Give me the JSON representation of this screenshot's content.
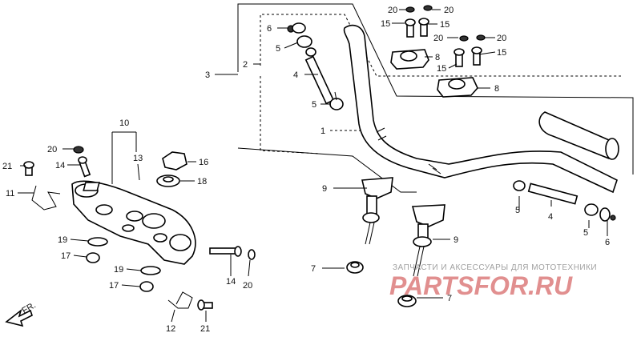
{
  "diagram": {
    "part_numbers": {
      "p1": "1",
      "p2": "2",
      "p3": "3",
      "p4a": "4",
      "p4b": "4",
      "p5a": "5",
      "p5b": "5",
      "p5c": "5",
      "p5d": "5",
      "p6a": "6",
      "p6b": "6",
      "p7a": "7",
      "p7b": "7",
      "p8a": "8",
      "p8b": "8",
      "p9a": "9",
      "p9b": "9",
      "p10": "10",
      "p11": "11",
      "p12": "12",
      "p13": "13",
      "p14a": "14",
      "p14b": "14",
      "p15a": "15",
      "p15b": "15",
      "p15c": "15",
      "p15d": "15",
      "p16": "16",
      "p17a": "17",
      "p17b": "17",
      "p18": "18",
      "p19a": "19",
      "p19b": "19",
      "p20a": "20",
      "p20b": "20",
      "p20c": "20",
      "p20d": "20",
      "p20e": "20",
      "p20f": "20",
      "p21a": "21",
      "p21b": "21"
    },
    "front_marker": "FR.",
    "watermark": {
      "caption": "ЗАПЧАСТИ И АКСЕССУАРЫ ДЛЯ МОТОТЕХНИКИ",
      "logo": "PARTSFOR.RU"
    }
  }
}
